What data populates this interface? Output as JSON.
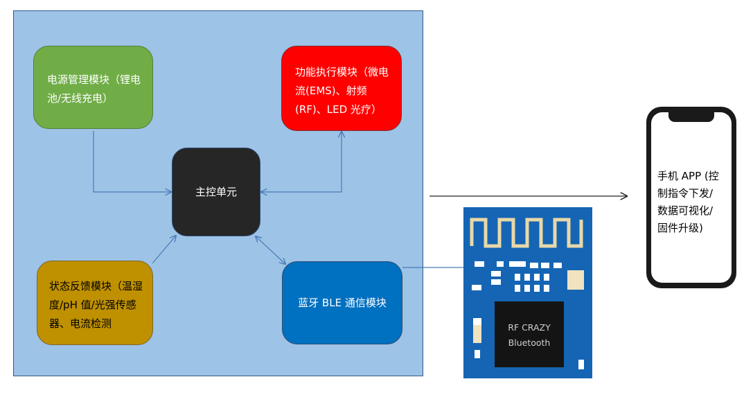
{
  "diagram": {
    "power_module": "电源管理模块（锂电池/无线充电）",
    "exec_module": "功能执行模块（微电流(EMS)、射频(RF)、LED 光疗）",
    "main_control": "主控单元",
    "state_module": "状态反馈模块（温湿度/pH 值/光强传感器、电流检测",
    "ble_module": "蓝牙 BLE 通信模块",
    "chip_label_1": "RF CRAZY",
    "chip_label_2": "Bluetooth",
    "phone_app": "手机 APP (控\n制指令下发/\n数据可视化/\n固件升级)"
  },
  "colors": {
    "panel": "#9dc3e6",
    "power": "#70ad47",
    "exec": "#ff0000",
    "mcu": "#262626",
    "state": "#bf9000",
    "ble": "#0070c0",
    "connector": "#4a7ab8"
  }
}
